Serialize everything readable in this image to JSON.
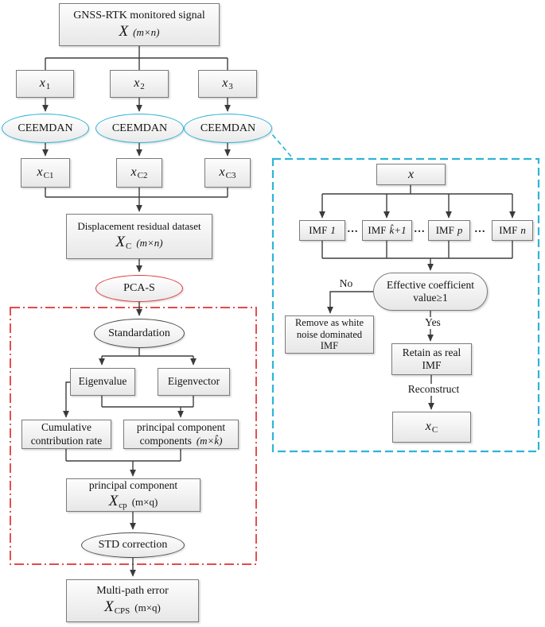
{
  "figure": {
    "description": "Flowchart of GNSS-RTK multipath error extraction using CEEMDAN and PCA-S"
  },
  "colors": {
    "ceemdan_ellipse_stroke": "#2bb2d6",
    "pca_ellipse_stroke": "#e03a3a",
    "red_group_border": "#e03131",
    "cyan_group_border": "#2eb4d8",
    "wire": "#3f3f3f",
    "node_fill": "#f1f1f1",
    "node_border": "#7b7b7b"
  },
  "nodes": {
    "gnss_box": {
      "title": "GNSS-RTK monitored signal",
      "var": "X",
      "dims": "(m×n)"
    },
    "x1_box": {
      "var": "x",
      "sub": "1"
    },
    "x2_box": {
      "var": "x",
      "sub": "2"
    },
    "x3_box": {
      "var": "x",
      "sub": "3"
    },
    "ceemdan1": {
      "label": "CEEMDAN"
    },
    "ceemdan2": {
      "label": "CEEMDAN"
    },
    "ceemdan3": {
      "label": "CEEMDAN"
    },
    "xc1_box": {
      "var": "x",
      "sub": "C1"
    },
    "xc2_box": {
      "var": "x",
      "sub": "C2"
    },
    "xc3_box": {
      "var": "x",
      "sub": "C3"
    },
    "disp_box": {
      "title": "Displacement residual dataset",
      "var": "X",
      "sub": "C",
      "dims": "(m×n)"
    },
    "pca_ellipse": {
      "label": "PCA-S"
    },
    "standardation_ellipse": {
      "label": "Standardation"
    },
    "eigenvalue_box": {
      "label": "Eigenvalue"
    },
    "eigenvector_box": {
      "label": "Eigenvector"
    },
    "cumulative_box": {
      "line1": "Cumulative",
      "line2": "contribution rate"
    },
    "components_box": {
      "line1": "principal component",
      "line2": "components",
      "dims": "(m×k̂)"
    },
    "xcp_box": {
      "title": "principal component",
      "var": "X",
      "sub": "cp",
      "dims": "(m×q)"
    },
    "std_correction_ellipse": {
      "label": "STD correction"
    },
    "multipath_box": {
      "title": "Multi-path error",
      "var": "X",
      "sub": "CPS",
      "dims": "(m×q)"
    },
    "x_input_box": {
      "var": "x"
    },
    "imf1_box": {
      "prefix": "IMF",
      "var": "1"
    },
    "imfk_box": {
      "prefix": "IMF",
      "var": "k̂+1"
    },
    "imfp_box": {
      "prefix": "IMF",
      "var": "p"
    },
    "imfn_box": {
      "prefix": "IMF",
      "var": "n"
    },
    "effective_box": {
      "line1": "Effective coefficient",
      "line2": "value≥1"
    },
    "remove_box": {
      "line1": "Remove as white",
      "line2": "noise dominated",
      "line3": "IMF"
    },
    "retain_box": {
      "line1": "Retain as real",
      "line2": "IMF"
    },
    "xc_result_box": {
      "var": "x",
      "sub": "C"
    }
  },
  "labels": {
    "no": "No",
    "yes": "Yes",
    "reconstruct": "Reconstruct",
    "ellipsis": "…"
  }
}
